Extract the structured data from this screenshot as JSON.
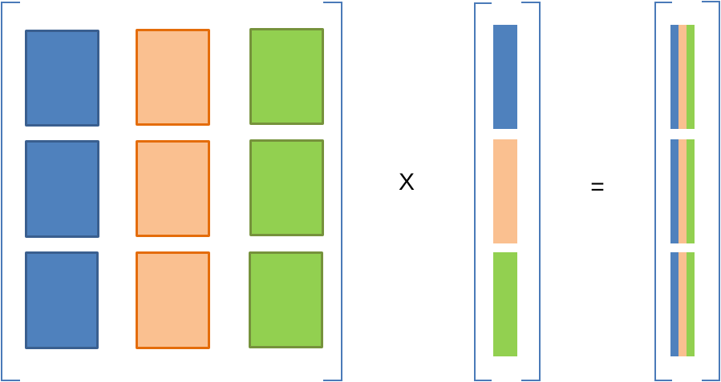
{
  "operators": {
    "multiply": "X",
    "equals": "="
  },
  "matrix_a": {
    "rows": 3,
    "cols": 3,
    "column_colors": [
      "#4f81bd",
      "#fac090",
      "#92d050"
    ]
  },
  "vector_x": {
    "rows": 3,
    "row_colors": [
      "#4f81bd",
      "#fac090",
      "#92d050"
    ]
  },
  "result": {
    "rows": 3,
    "stripe_colors": [
      "#4f81bd",
      "#fac090",
      "#92d050"
    ]
  }
}
